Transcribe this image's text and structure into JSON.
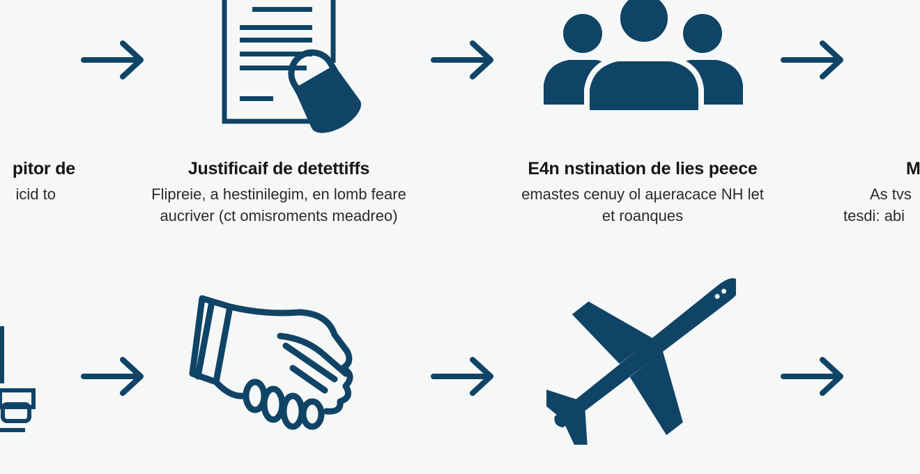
{
  "colors": {
    "icon": "#0f4466",
    "background": "#f6f7f7",
    "text": "#1a1a1a"
  },
  "steps_top": [
    {
      "icon": "document-icon",
      "title": "pitor de",
      "desc": [
        "icid to"
      ]
    },
    {
      "icon": "document-seal-icon",
      "title": "Justificaif de detettiffs",
      "desc": [
        "Flipreie, a hestinilegim, en lomb feare",
        "aucriver (ct omisroments meadreo)"
      ]
    },
    {
      "icon": "people-group-icon",
      "title": "E4n nstination de lies peece",
      "desc": [
        "emastes cenuy ol aµeracace NH let",
        "et roanques"
      ]
    },
    {
      "icon": "unknown-icon",
      "title": "M",
      "desc": [
        "As tvs",
        "tesdi: abi"
      ]
    }
  ],
  "steps_bottom": [
    {
      "icon": "stamp-icon"
    },
    {
      "icon": "handshake-icon"
    },
    {
      "icon": "airplane-icon"
    }
  ]
}
